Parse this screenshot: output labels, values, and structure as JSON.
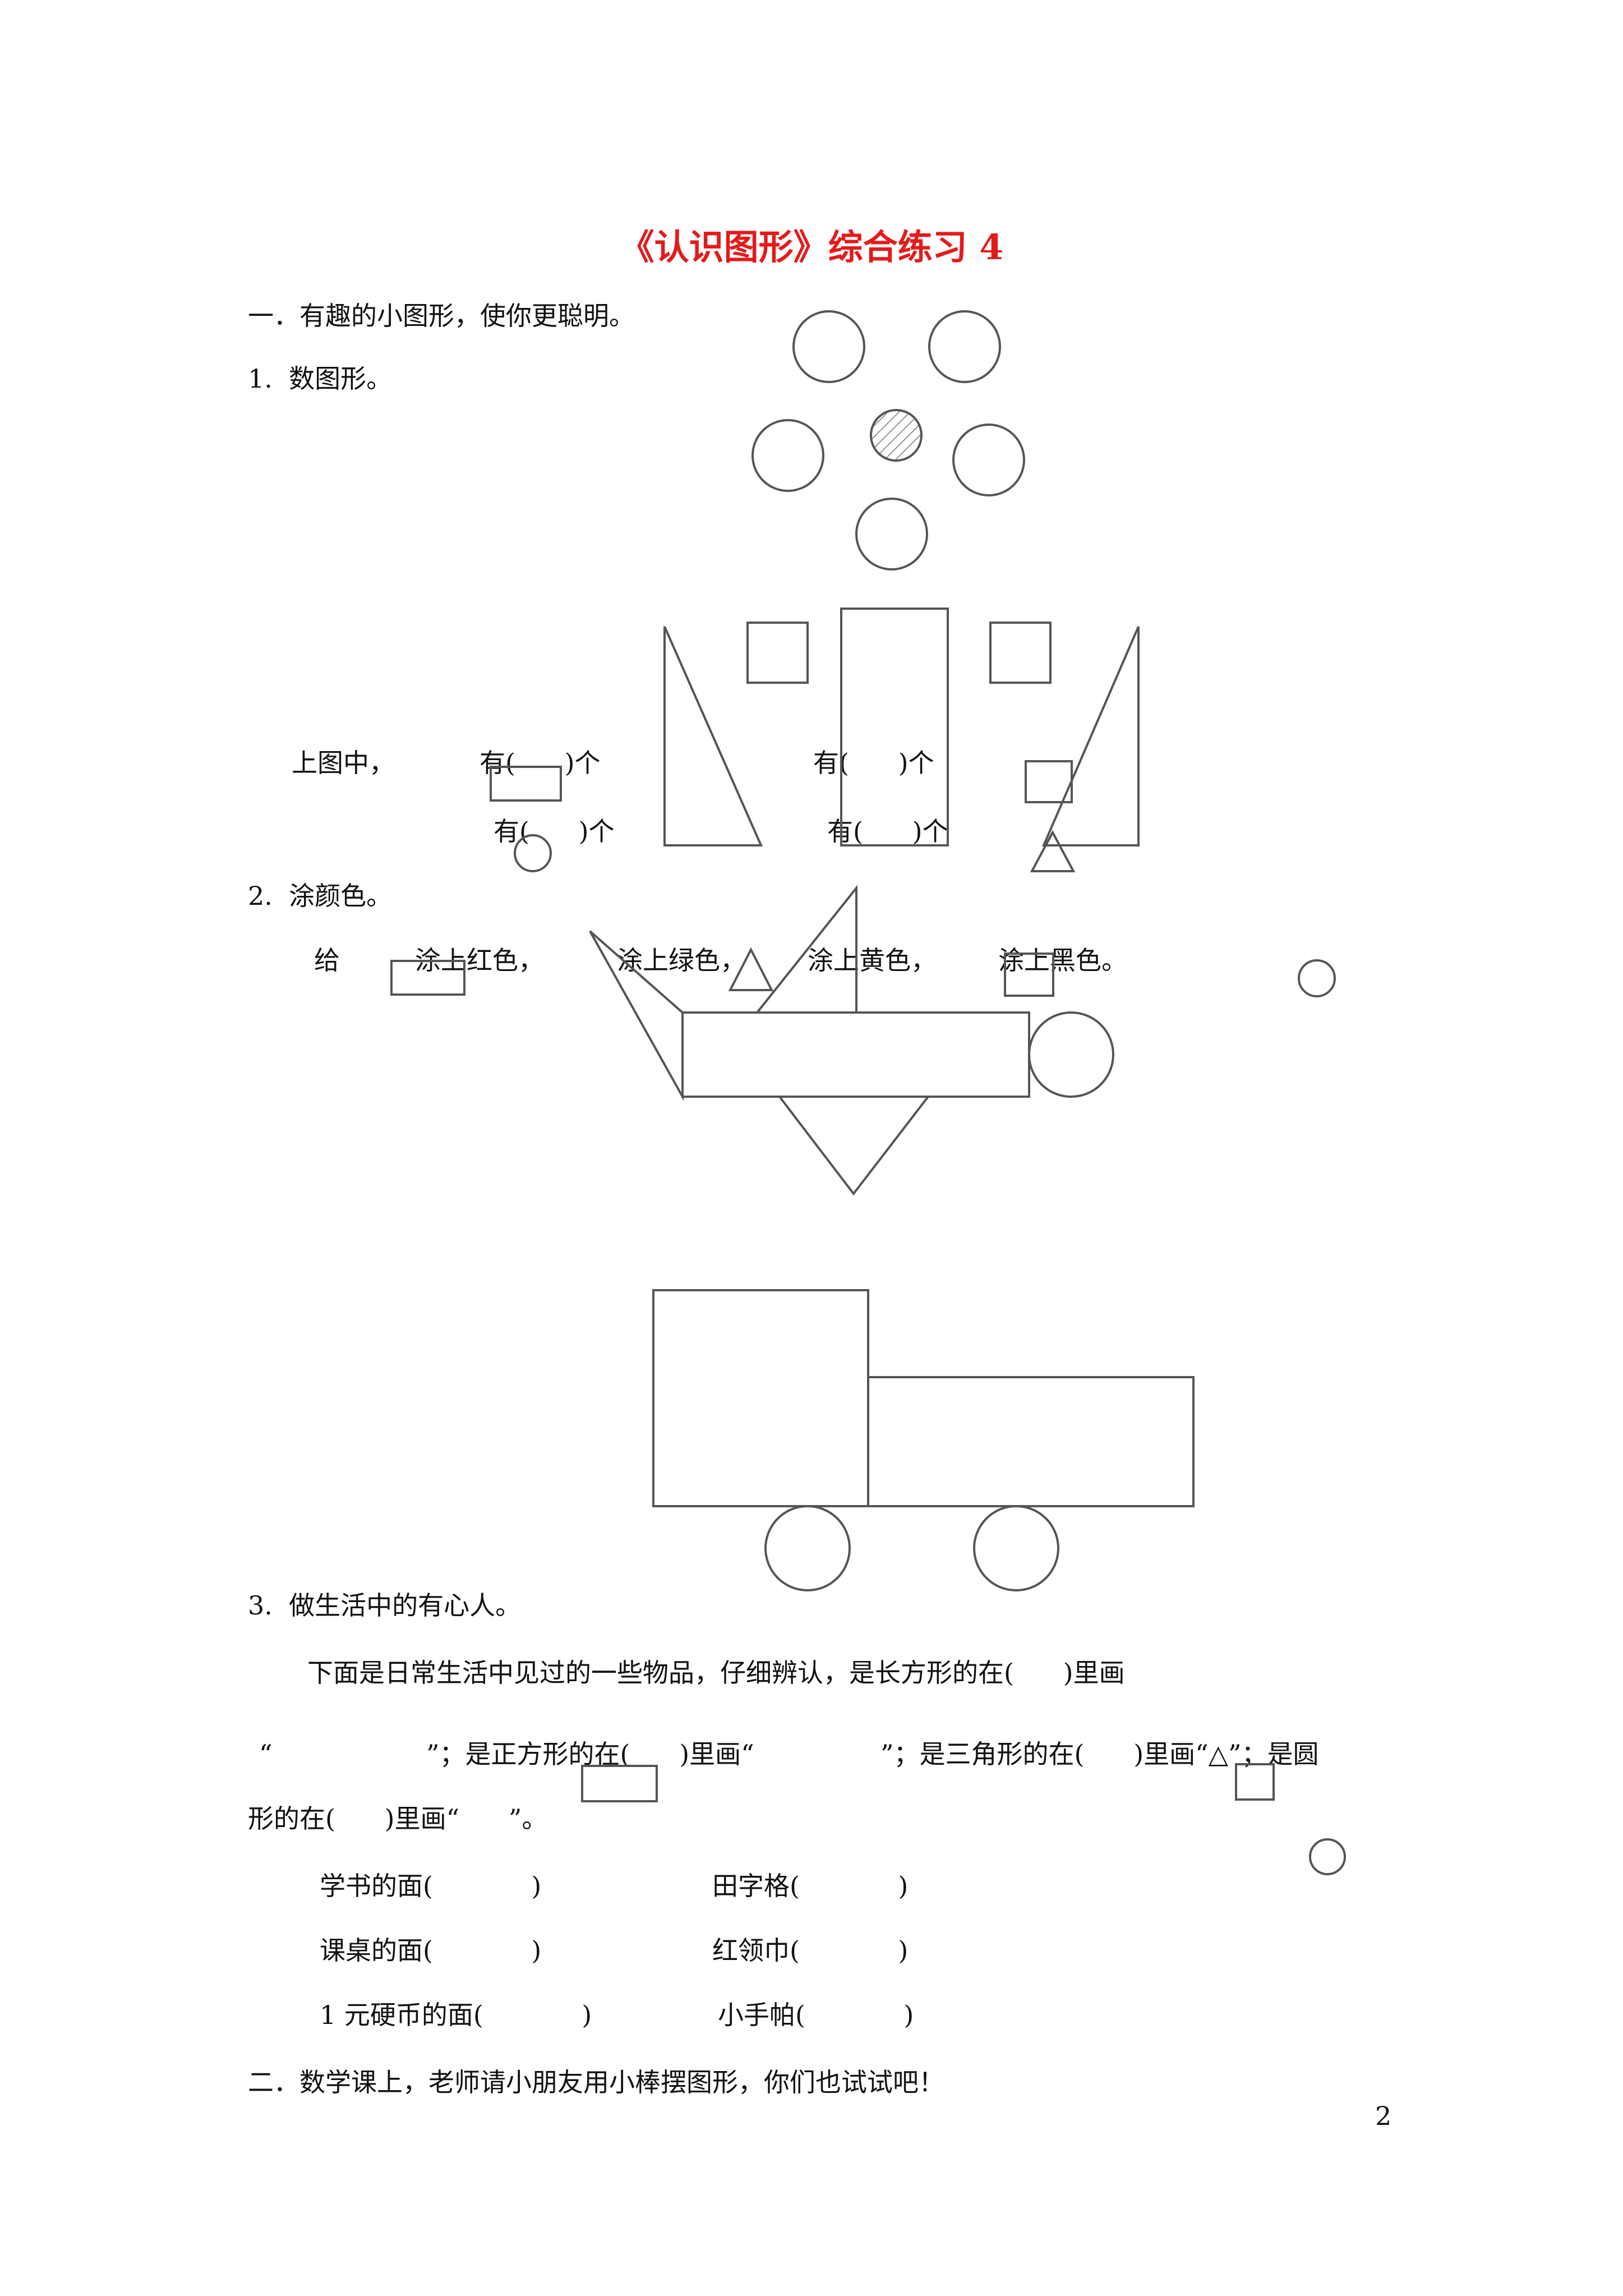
{
  "title": "《认识图形》综合练习 4",
  "section1": {
    "heading": "一．有趣的小图形，使你更聪明。",
    "q1": {
      "label": "1.  数图形。",
      "line1_prefix": "上图中，",
      "count_rect": "有(      )个",
      "count_square": "有(      )个",
      "count_circle": "有(      )个",
      "count_triangle": "有(      )个"
    },
    "q2": {
      "label": "2.  涂颜色。",
      "give": "给",
      "red": "涂上红色，",
      "green": "涂上绿色，",
      "yellow": "涂上黄色，",
      "black": "涂上黑色。"
    },
    "q3": {
      "label": "3.  做生活中的有心人。",
      "intro": "下面是日常生活中见过的一些物品，仔细辨认，是长方形的在(      )里画",
      "line2_a": "“",
      "line2_b": "”；是正方形的在(      )里画“",
      "line2_c": "”；是三角形的在(      )里画“△”；是圆",
      "line3": "形的在(      )里画“      ”。",
      "items": [
        "学书的面(            )",
        "田字格(            )",
        "课桌的面(            )",
        "红领巾(            )",
        "1 元硬币的面(            )",
        "小手帕(            )"
      ]
    }
  },
  "section2": {
    "heading": "二．数学课上，老师请小朋友用小棒摆图形，你们也试试吧！"
  },
  "page_number": "2",
  "colors": {
    "title": "#e31b1b",
    "stroke": "#555555"
  }
}
